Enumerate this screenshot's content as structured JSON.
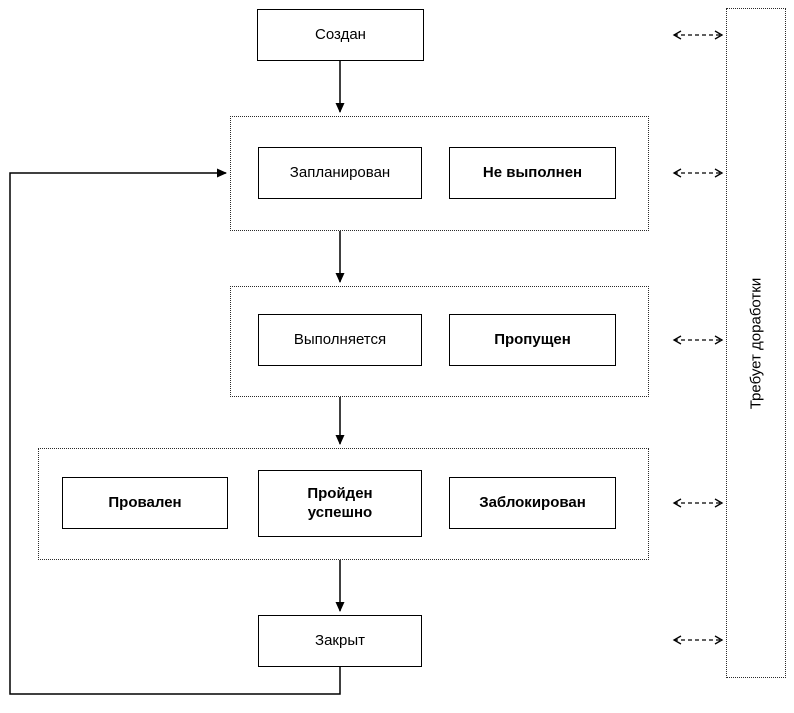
{
  "nodes": {
    "created": "Создан",
    "planned": "Запланирован",
    "not_executed": "Не выполнен",
    "in_progress": "Выполняется",
    "skipped": "Пропущен",
    "failed": "Провален",
    "passed": "Пройден успешно",
    "blocked": "Заблокирован",
    "closed": "Закрыт",
    "rework": "Требует доработки"
  },
  "groups": {
    "planned_group": [
      "planned",
      "not_executed"
    ],
    "executing_group": [
      "in_progress",
      "skipped"
    ],
    "result_group": [
      "failed",
      "passed",
      "blocked"
    ]
  },
  "edges": [
    {
      "from": "created",
      "to": "planned_group",
      "style": "solid-arrow"
    },
    {
      "from": "planned_group",
      "to": "executing_group",
      "style": "solid-arrow"
    },
    {
      "from": "executing_group",
      "to": "result_group",
      "style": "solid-arrow"
    },
    {
      "from": "result_group",
      "to": "closed",
      "style": "solid-arrow"
    },
    {
      "from": "closed",
      "to": "planned_group",
      "style": "solid-arrow-feedback-loop"
    },
    {
      "from": "rework",
      "to": "created",
      "style": "dashed-bidirectional"
    },
    {
      "from": "rework",
      "to": "planned_group",
      "style": "dashed-bidirectional"
    },
    {
      "from": "rework",
      "to": "executing_group",
      "style": "dashed-bidirectional"
    },
    {
      "from": "rework",
      "to": "result_group",
      "style": "dashed-bidirectional"
    },
    {
      "from": "rework",
      "to": "closed",
      "style": "dashed-bidirectional"
    }
  ],
  "colors": {
    "line": "#000000",
    "background": "#ffffff",
    "dotted_border": "#2b2b2b"
  }
}
